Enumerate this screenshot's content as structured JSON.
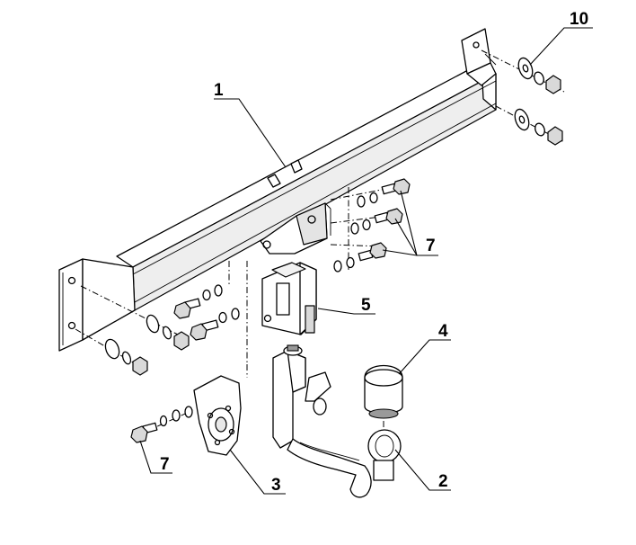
{
  "callouts": {
    "p1": "1",
    "p2": "2",
    "p3": "3",
    "p4": "4",
    "p5": "5",
    "p7a": "7",
    "p7b": "7",
    "p10": "10"
  }
}
